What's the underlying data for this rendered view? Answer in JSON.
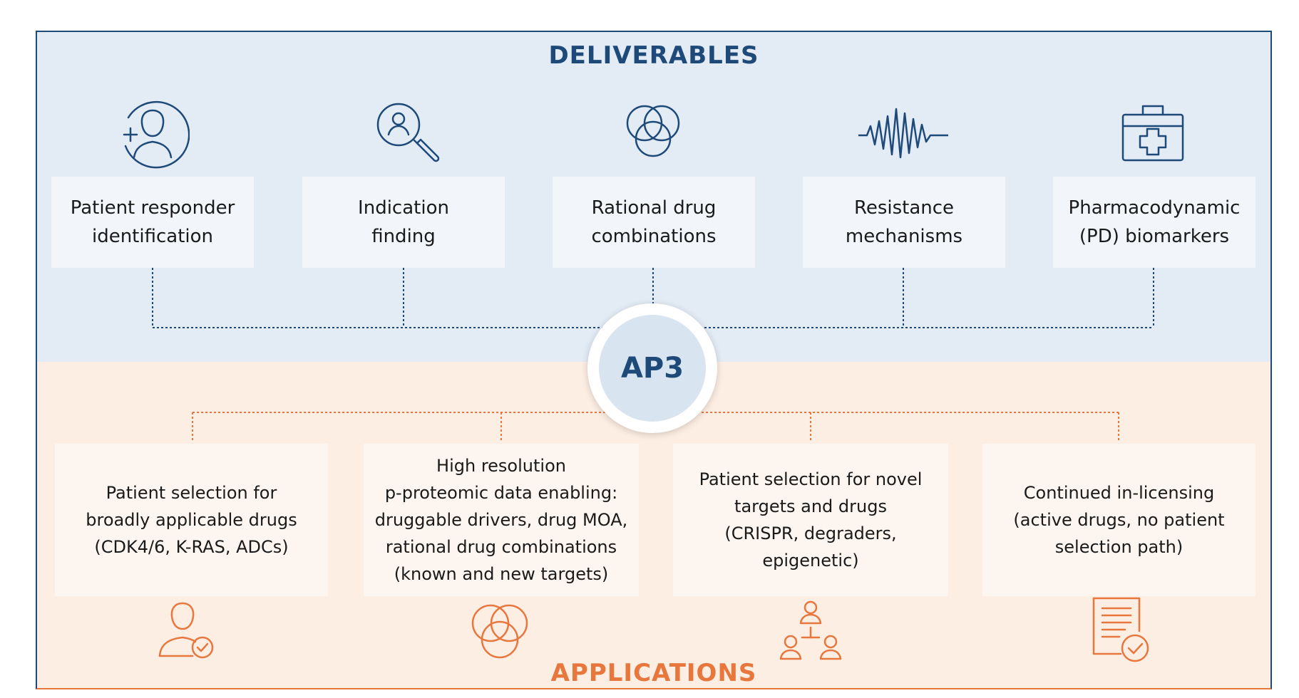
{
  "colors": {
    "navy": "#1e4a7a",
    "orange": "#e8773d",
    "top_background": "#e3ebf5",
    "bottom_background": "#fdeee3"
  },
  "deliverables_title": "DELIVERABLES",
  "applications_title": "APPLICATIONS",
  "center_label": "AP3",
  "deliverables": [
    {
      "icon": "patient-add-icon",
      "lines": [
        "Patient responder",
        "identification"
      ]
    },
    {
      "icon": "magnifier-person-icon",
      "lines": [
        "Indication",
        "finding"
      ]
    },
    {
      "icon": "venn-circles-icon",
      "lines": [
        "Rational drug",
        "combinations"
      ]
    },
    {
      "icon": "waveform-icon",
      "lines": [
        "Resistance",
        "mechanisms"
      ]
    },
    {
      "icon": "medical-kit-icon",
      "lines": [
        "Pharmacodynamic",
        "(PD) biomarkers"
      ]
    }
  ],
  "applications": [
    {
      "icon": "person-check-icon",
      "lines": [
        "Patient selection for",
        "broadly applicable drugs",
        "(CDK4/6, K-RAS, ADCs)"
      ]
    },
    {
      "icon": "venn-circles-icon",
      "lines": [
        "High resolution",
        "p-proteomic data enabling:",
        "druggable drivers, drug MOA,",
        "rational drug combinations",
        "(known and new targets)"
      ]
    },
    {
      "icon": "people-network-icon",
      "lines": [
        "Patient selection for novel",
        "targets and drugs",
        "(CRISPR, degraders, epigenetic)"
      ]
    },
    {
      "icon": "document-check-icon",
      "lines": [
        "Continued in-licensing",
        "(active drugs, no patient",
        "selection path)"
      ]
    }
  ]
}
